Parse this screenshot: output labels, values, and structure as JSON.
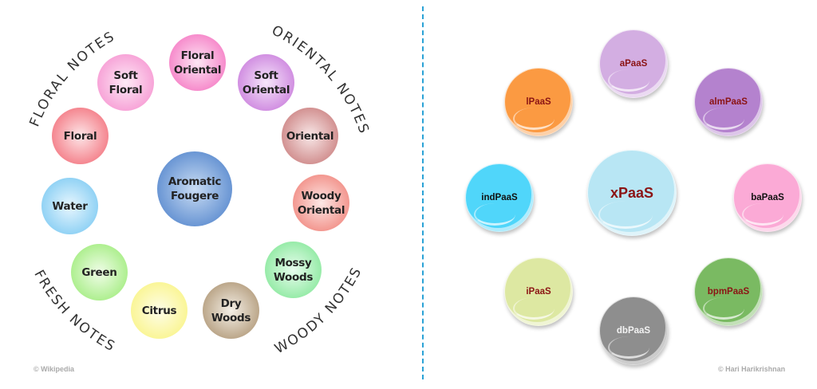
{
  "left_diagram": {
    "arc_labels": [
      "FLORAL NOTES",
      "ORIENTAL NOTES",
      "FRESH NOTES",
      "WOODY NOTES"
    ],
    "center": "Aromatic\nFougere",
    "notes": [
      "Floral\nOriental",
      "Soft\nFloral",
      "Soft\nOriental",
      "Floral",
      "Oriental",
      "Water",
      "Woody\nOriental",
      "Green",
      "Mossy\nWoods",
      "Citrus",
      "Dry\nWoods"
    ],
    "credit": "© Wikipedia"
  },
  "right_diagram": {
    "center": "xPaaS",
    "items": [
      "aPaaS",
      "lPaaS",
      "almPaaS",
      "indPaaS",
      "baPaaS",
      "iPaaS",
      "bpmPaaS",
      "dbPaaS"
    ],
    "credit": "© Hari Harikrishnan"
  }
}
